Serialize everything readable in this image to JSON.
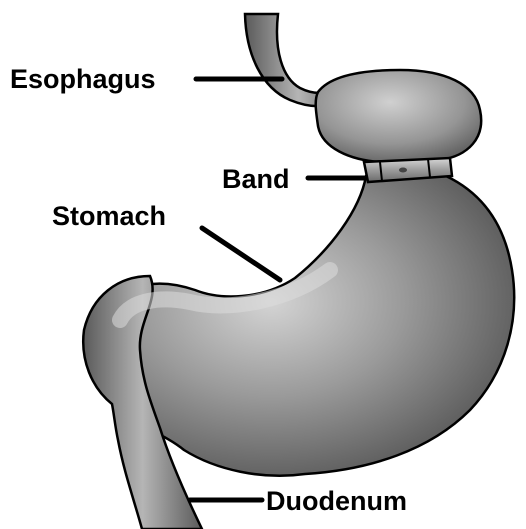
{
  "labels": {
    "esophagus": "Esophagus",
    "band": "Band",
    "stomach": "Stomach",
    "duodenum": "Duodenum"
  },
  "colors": {
    "organ_dark": "#3a3a3a",
    "organ_mid": "#808080",
    "organ_light": "#c8c8c8",
    "outline": "#000000",
    "label": "#000000"
  }
}
